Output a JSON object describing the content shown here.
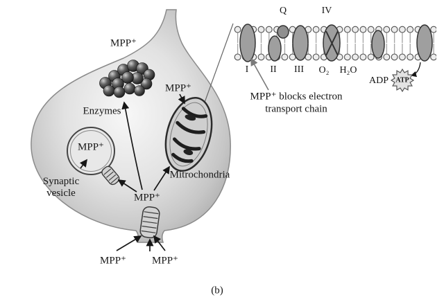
{
  "caption": "(b)",
  "terminal": {
    "mpp_top": "MPP⁺",
    "enzymes_label": "Enzymes",
    "vesicle_mpp": "MPP⁺",
    "synaptic_vesicle_label": "Synaptic vesicle",
    "mito_mpp": "MPP⁺",
    "mitochondria_label": "Mitrochondria",
    "central_mpp": "MPP⁺",
    "bottom_mpp_left": "MPP⁺",
    "bottom_mpp_right": "MPP⁺"
  },
  "etc": {
    "q_label": "Q",
    "complex_i": "I",
    "complex_ii": "II",
    "complex_iii": "III",
    "complex_iv": "IV",
    "o2": "O₂",
    "h2o": "H₂O",
    "adp": "ADP",
    "atp": "ATP",
    "note_line1": "MPP⁺ blocks electron",
    "note_line2": "transport chain"
  },
  "colors": {
    "ink": "#161616",
    "terminal_gray": "#cfcfcf",
    "membrane_outline": "#4a4a4a"
  }
}
